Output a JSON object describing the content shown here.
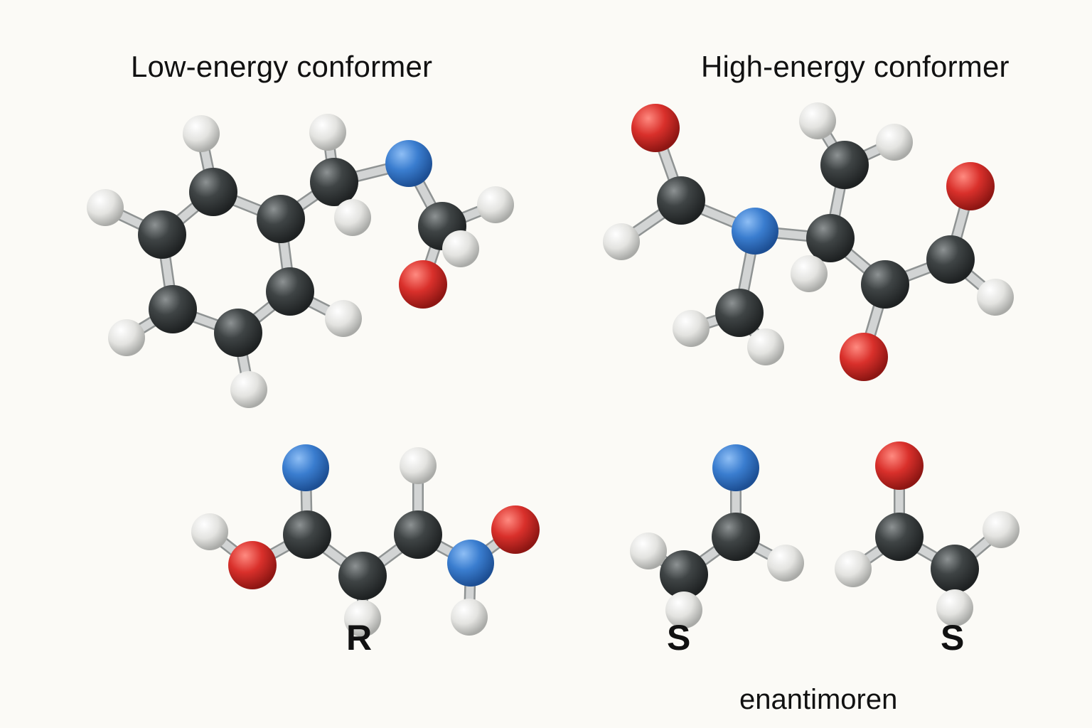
{
  "labels": {
    "low_energy": "Low-energy conformer",
    "high_energy": "High-energy conformer",
    "chirality_r": "R",
    "chirality_s_left": "S",
    "chirality_s_right": "S",
    "enantiomers": "enantimoren"
  },
  "colors": {
    "background": "#fbfaf6",
    "carbon": "#3c4142",
    "hydrogen": "#e6e6e3",
    "nitrogen": "#3d7ed0",
    "oxygen": "#d8302c",
    "bond": "#d2d4d4"
  }
}
